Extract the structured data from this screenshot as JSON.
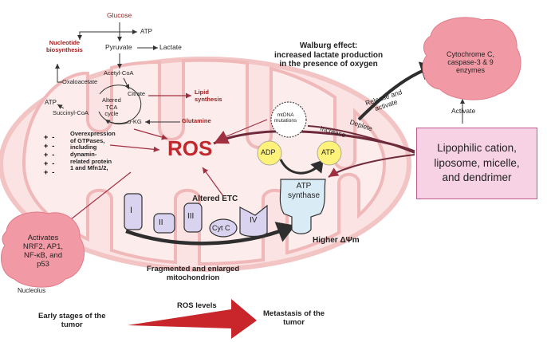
{
  "glucose": "Glucose",
  "atp_top": "ATP",
  "nucleotide": "Nucleotide\nbiosynthesis",
  "pyruvate": "Pyruvate",
  "lactate": "Lactate",
  "acetyl_coa": "Acetyl-CoA",
  "oxaloacetate": "Oxaloacetate",
  "citrate": "Citrate",
  "lipid": "Lipid\nsynthesis",
  "atp_left": "ATP",
  "succinyl": "Succinyl-CoA",
  "tca": "Altered\nTCA\ncycle",
  "akg": "α-KG",
  "glutamine": "Glutamine",
  "mtdna": "mtDNA\nmutations",
  "warburg": "Walburg effect:\nincreased lactate production\nin the presence of oxygen",
  "cytochrome": "Cytochrome C,\ncaspase-3 & 9\nenzymes",
  "release": "Release and\nactivate",
  "activate": "Activate",
  "deplete": "Deplete",
  "increase": "Increase",
  "lipophilic": "Lipophilic cation,\nliposome, micelle,\nand dendrimer",
  "ros": "ROS",
  "adp": "ADP",
  "atp_yellow": "ATP",
  "atp_synthase": "ATP\nsynthase",
  "altered_etc": "Altered ETC",
  "complex_i": "I",
  "complex_ii": "II",
  "complex_iii": "III",
  "cytc": "Cyt C",
  "complex_iv": "IV",
  "higher": "Higher ΔΨm",
  "gtpases": "Overexpression\nof GTPases,\nincluding\ndynamin-\nrelated protein\n1 and Mfn1/2,",
  "pm_signs": [
    "+  -",
    "+  -",
    "+  -",
    "+  -",
    "+  -"
  ],
  "nucleolus_box": "Activates\nNRF2, AP1,\nNF-κB, and\np53",
  "nucleolus": "Nucleolus",
  "fragmented": "Fragmented and enlarged\nmitochondrion",
  "ros_levels": "ROS levels",
  "early": "Early stages of the\ntumor",
  "metastasis": "Metastasis of the\ntumor",
  "colors": {
    "mito_outer": "#f9dada",
    "mito_inner": "#fbe6e6",
    "crista": "#f1b9b9",
    "ros": "#c0282d",
    "pink_box": "#f7d2e4",
    "yellow": "#fff27a",
    "complex": "#d9d3ef",
    "blob": "#f19aa5",
    "dark_arrow": "#333333",
    "maroon_arrow": "#8a2233"
  }
}
